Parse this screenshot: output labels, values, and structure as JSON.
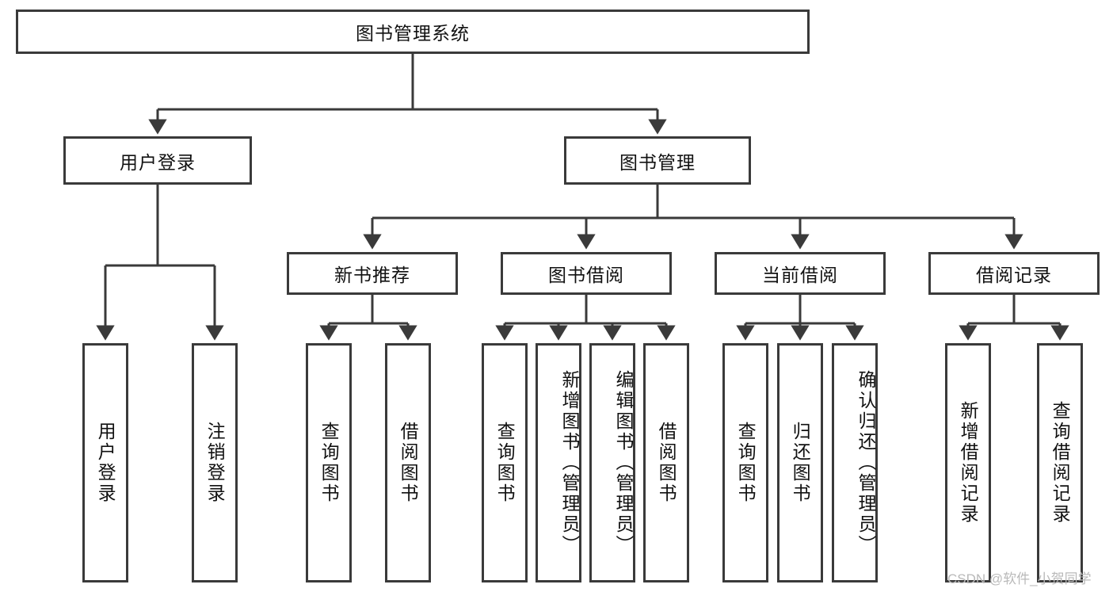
{
  "diagram": {
    "type": "tree-hierarchy",
    "title_node": {
      "label": "图书管理系统"
    },
    "level1": [
      {
        "label": "用户登录"
      },
      {
        "label": "图书管理"
      }
    ],
    "level2": [
      {
        "label": "新书推荐"
      },
      {
        "label": "图书借阅"
      },
      {
        "label": "当前借阅"
      },
      {
        "label": "借阅记录"
      }
    ],
    "leaves": {
      "user_login": [
        {
          "label": "用户登录"
        },
        {
          "label": "注销登录"
        }
      ],
      "new_book_recommend": [
        {
          "label": "查询图书"
        },
        {
          "label": "借阅图书"
        }
      ],
      "book_borrow": [
        {
          "label": "查询图书"
        },
        {
          "label": "新增图书（管理员）"
        },
        {
          "label": "编辑图书（管理员）"
        },
        {
          "label": "借阅图书"
        }
      ],
      "current_borrow": [
        {
          "label": "查询图书"
        },
        {
          "label": "归还图书"
        },
        {
          "label": "确认归还（管理员）"
        }
      ],
      "borrow_record": [
        {
          "label": "新增借阅记录"
        },
        {
          "label": "查询借阅记录"
        }
      ]
    }
  },
  "watermark": {
    "text": "CSDN @软件_小贺同学"
  },
  "colors": {
    "border": "#3a3a3a",
    "background": "#ffffff",
    "text": "#111111",
    "watermark": "#b9b9b9"
  }
}
